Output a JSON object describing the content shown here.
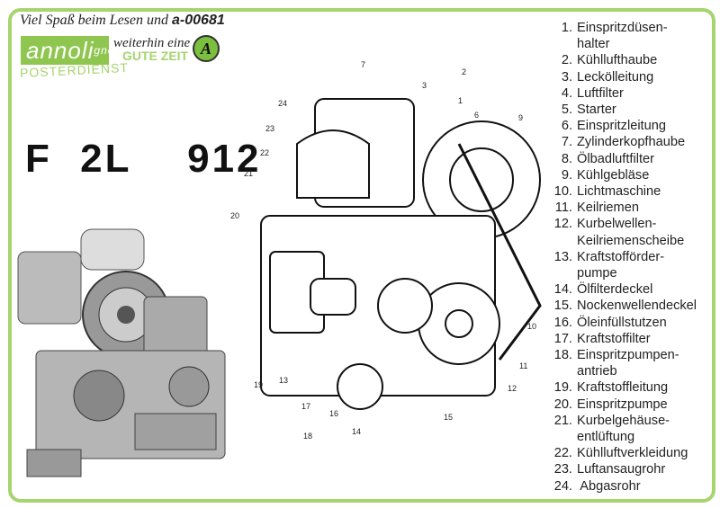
{
  "header": {
    "tagline_text": "Viel Spaß beim Lesen und",
    "poster_id": "a-00681",
    "logo_text": "annoli",
    "logo_small": "gno",
    "logo_subtitle": "POSTERDIENST",
    "continuation": "weiterhin eine",
    "slogan": "GUTE ZEIT",
    "seal_letter": "A"
  },
  "model": "F 2L  912",
  "legend": [
    {
      "n": "1.",
      "label": "Einspritzdüsen-",
      "cont": "halter"
    },
    {
      "n": "2.",
      "label": "Kühllufthaube"
    },
    {
      "n": "3.",
      "label": "Leckölleitung"
    },
    {
      "n": "4.",
      "label": "Luftfilter"
    },
    {
      "n": "5.",
      "label": "Starter"
    },
    {
      "n": "6.",
      "label": "Einspritzleitung"
    },
    {
      "n": "7.",
      "label": "Zylinderkopfhaube"
    },
    {
      "n": "8.",
      "label": "Ölbadluftfilter"
    },
    {
      "n": "9.",
      "label": "Kühlgebläse"
    },
    {
      "n": "10.",
      "label": "Lichtmaschine"
    },
    {
      "n": "11.",
      "label": "Keilriemen"
    },
    {
      "n": "12.",
      "label": "Kurbelwellen-",
      "cont": "Keilriemenscheibe"
    },
    {
      "n": "13.",
      "label": "Kraftstofförder-",
      "cont": "pumpe"
    },
    {
      "n": "14.",
      "label": "Ölfilterdeckel"
    },
    {
      "n": "15.",
      "label": "Nockenwellendeckel"
    },
    {
      "n": "16.",
      "label": "Öleinfüllstutzen"
    },
    {
      "n": "17.",
      "label": "Kraftstoffilter"
    },
    {
      "n": "18.",
      "label": "Einspritzpumpen-",
      "cont": "antrieb"
    },
    {
      "n": "19.",
      "label": "Kraftstoffleitung"
    },
    {
      "n": "20.",
      "label": "Einspritzpumpe"
    },
    {
      "n": "21.",
      "label": "Kurbelgehäuse-",
      "cont": "entlüftung"
    },
    {
      "n": "22.",
      "label": "Kühlluftverkleidung"
    },
    {
      "n": "23.",
      "label": "Luftansaugrohr"
    },
    {
      "n": "24.",
      "label": " Abgasrohr"
    }
  ],
  "callouts": [
    "7",
    "2",
    "3",
    "1",
    "6",
    "9",
    "24",
    "23",
    "22",
    "21",
    "20",
    "10",
    "11",
    "12",
    "15",
    "14",
    "16",
    "18",
    "17",
    "13",
    "19"
  ]
}
